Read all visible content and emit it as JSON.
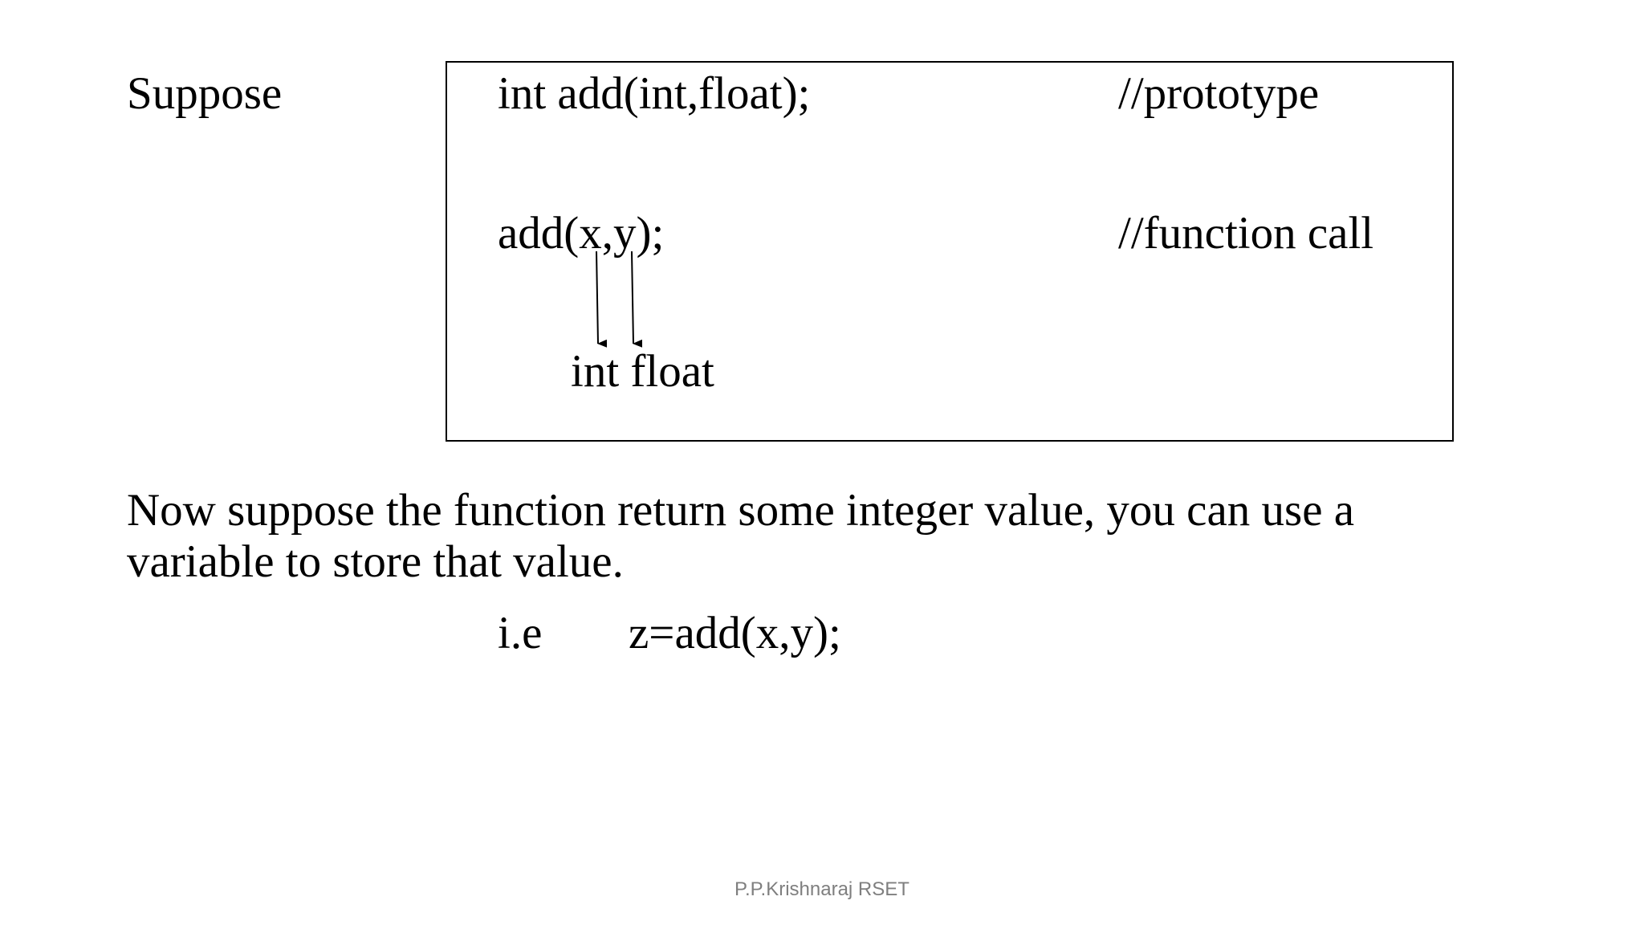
{
  "slide": {
    "lead_word": "Suppose",
    "code_box": {
      "prototype_code": "int add(int,float);",
      "prototype_comment": "//prototype",
      "call_code": "add(x,y);",
      "call_comment": "//function call",
      "type_annotation": "int float"
    },
    "paragraph": {
      "line1": "Now suppose the function return some integer value, you can use a",
      "line2": "variable to store that value."
    },
    "example": {
      "prefix": "i.e",
      "code": "z=add(x,y);"
    },
    "footer": "P.P.Krishnaraj RSET"
  }
}
